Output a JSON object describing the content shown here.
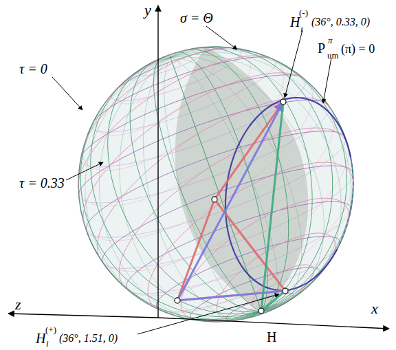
{
  "diagram": {
    "labels": [
      "y",
      "σ = Θ",
      "H",
      "i",
      "(-)",
      "(36°, 0.33, 0)",
      "P",
      "π",
      "um",
      "(π) = 0",
      "τ = 0",
      "τ = 0.33",
      "z",
      "H",
      "i",
      "(+)",
      "(36°, 1.51, 0)",
      "H",
      "x"
    ]
  }
}
